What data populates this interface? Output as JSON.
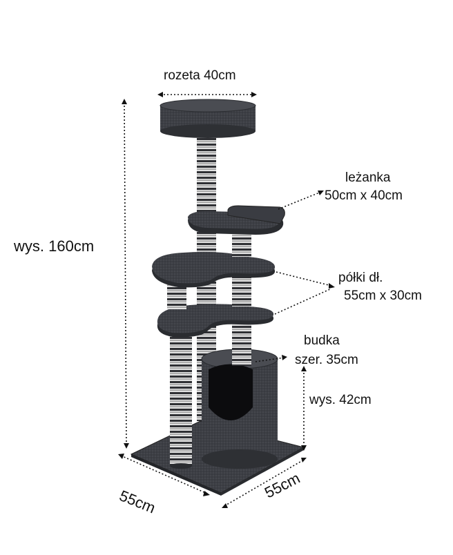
{
  "labels": {
    "top_platform": "rozeta 40cm",
    "height": "wys. 160cm",
    "hammock_title": "leżanka",
    "hammock_size": "50cm x 40cm",
    "shelves_title": "półki dł.",
    "shelves_size": "55cm x 30cm",
    "house_title": "budka",
    "house_width": "szer. 35cm",
    "house_height": "wys. 42cm",
    "base_left": "55cm",
    "base_right": "55cm"
  },
  "colors": {
    "fabric": "#3a3c42",
    "fabric_dark": "#24262a",
    "fabric_light": "#55575d",
    "sisal_dark": "#2f3034",
    "sisal_light": "#d9d9d9",
    "dim_line": "#111111"
  }
}
